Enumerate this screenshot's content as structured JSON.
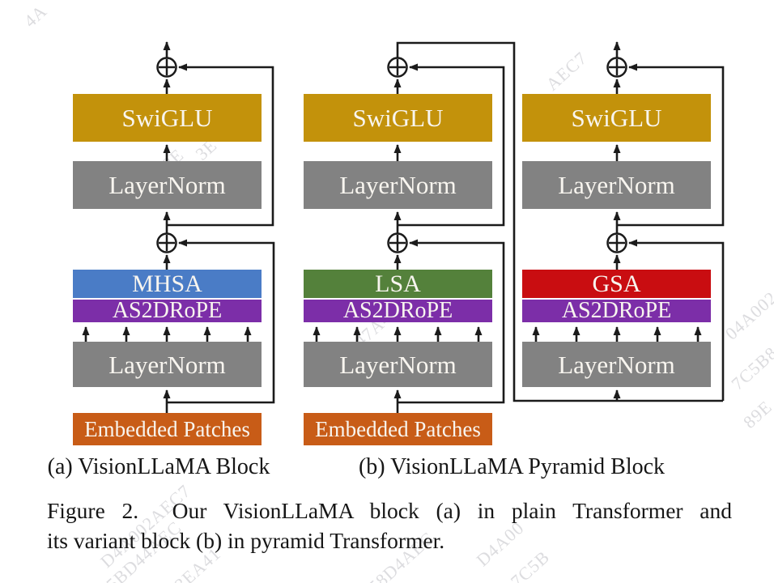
{
  "figure": {
    "blocks": {
      "swiglu": "SwiGLU",
      "layernorm": "LayerNorm",
      "mhsa": "MHSA",
      "lsa": "LSA",
      "gsa": "GSA",
      "rope": "AS2DRoPE",
      "embedded": "Embedded Patches"
    },
    "captions": {
      "a": "(a) VisionLLaMA Block",
      "b": "(b) VisionLLaMA Pyramid Block"
    },
    "figure_caption": {
      "line1": "Figure 2.  Our VisionLLaMA block (a) in plain Transformer and",
      "line2": "its variant block (b) in pyramid Transformer."
    }
  },
  "colors": {
    "swiglu": "#C3920B",
    "layernorm": "#828282",
    "mhsa": "#4A7CC6",
    "lsa": "#54813B",
    "gsa": "#C90D11",
    "rope": "#7C2EA8",
    "embedded": "#C85C17",
    "line": "#1B1B1B"
  },
  "watermarks": [
    "AEC7",
    "04A002",
    "7C5B8",
    "89E",
    "D4A002AEC7",
    "C5BD44AEC",
    "53EA41",
    "D4A00",
    "7C5B",
    "C58D4AEC",
    "B-8E",
    "D4A",
    "3E",
    "0347A4",
    "4A"
  ]
}
